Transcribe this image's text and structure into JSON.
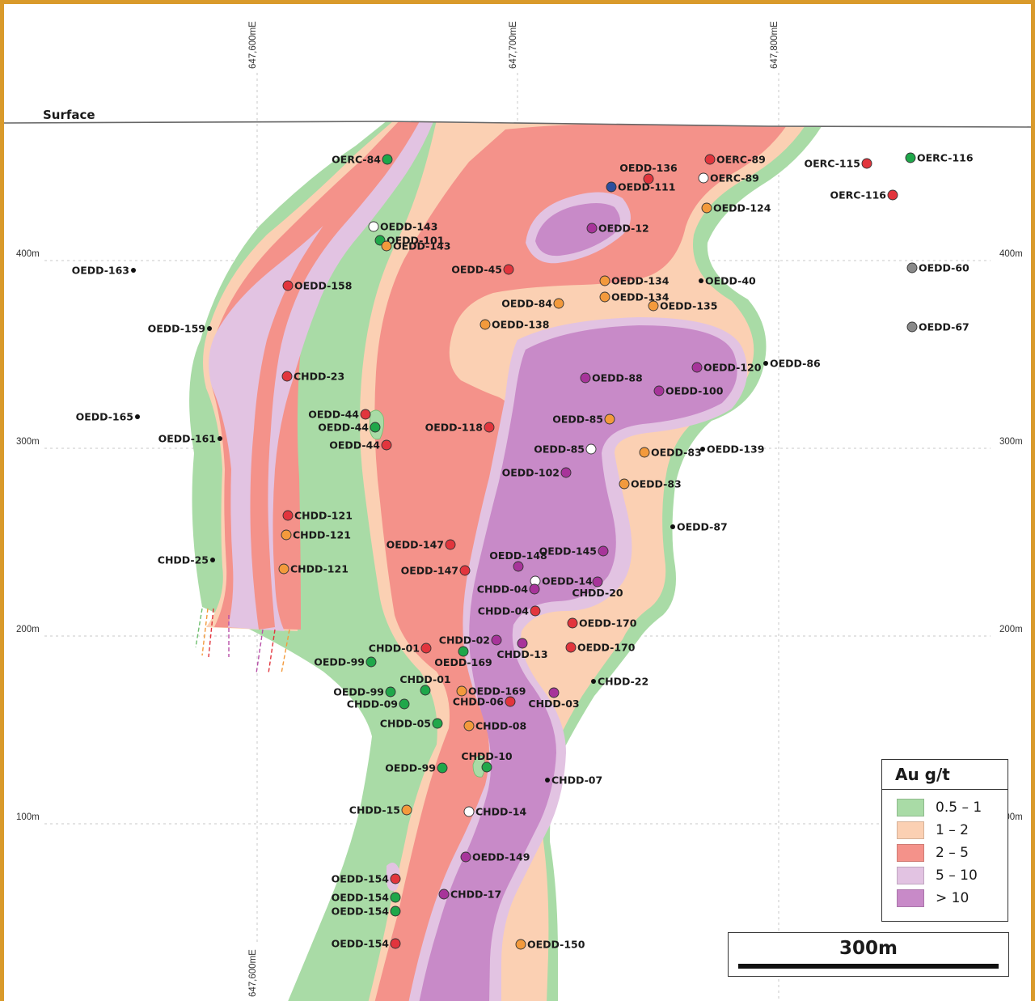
{
  "surface": {
    "label": "Surface"
  },
  "grid": {
    "eastings": [
      "647,600mE",
      "647,700mE",
      "647,800mE"
    ],
    "eastings_bottom": [
      "647,600mE"
    ],
    "elevations": [
      "400m",
      "300m",
      "200m",
      "100m"
    ]
  },
  "legend": {
    "title": "Au g/t",
    "items": [
      {
        "label": "0.5 – 1",
        "color": "#a9dba6"
      },
      {
        "label": "1 – 2",
        "color": "#fbd0b3"
      },
      {
        "label": "2 – 5",
        "color": "#f4928a"
      },
      {
        "label": "5 – 10",
        "color": "#e2c3e2"
      },
      {
        "label": "> 10",
        "color": "#c88ac8"
      }
    ]
  },
  "scale": {
    "label": "300m"
  },
  "colors": {
    "green": "#a9dba6",
    "peach": "#fbd0b3",
    "red": "#f4928a",
    "lilac": "#e2c3e2",
    "purple": "#c88ac8",
    "frame": "#d99a2b",
    "dot_green": "#1fa74a",
    "dot_red": "#e2353d",
    "dot_orange": "#f39a3c",
    "dot_purple": "#a7349a",
    "dot_blue": "#2c4f9e",
    "dot_grey": "#8a8a8a",
    "dot_white": "#ffffff",
    "dot_black": "#111111"
  },
  "holes": [
    {
      "label": "OERC-84",
      "color": "green"
    },
    {
      "label": "OERC-89",
      "color": "red"
    },
    {
      "label": "OEDD-136",
      "color": "red"
    },
    {
      "label": "OERC-89",
      "color": "white"
    },
    {
      "label": "OEDD-111",
      "color": "blue"
    },
    {
      "label": "OERC-115",
      "color": "red"
    },
    {
      "label": "OERC-116",
      "color": "green"
    },
    {
      "label": "OERC-116",
      "color": "red"
    },
    {
      "label": "OEDD-124",
      "color": "orange"
    },
    {
      "label": "OEDD-143",
      "color": "white"
    },
    {
      "label": "OEDD-101",
      "color": "green"
    },
    {
      "label": "OEDD-143",
      "color": "orange"
    },
    {
      "label": "OEDD-12",
      "color": "purple"
    },
    {
      "label": "OEDD-163",
      "color": "black"
    },
    {
      "label": "OEDD-45",
      "color": "red"
    },
    {
      "label": "OEDD-60",
      "color": "grey"
    },
    {
      "label": "OEDD-158",
      "color": "red"
    },
    {
      "label": "OEDD-134",
      "color": "orange"
    },
    {
      "label": "OEDD-40",
      "color": "black"
    },
    {
      "label": "OEDD-84",
      "color": "orange"
    },
    {
      "label": "OEDD-134",
      "color": "orange"
    },
    {
      "label": "OEDD-135",
      "color": "orange"
    },
    {
      "label": "OEDD-159",
      "color": "black"
    },
    {
      "label": "OEDD-138",
      "color": "orange"
    },
    {
      "label": "OEDD-67",
      "color": "grey"
    },
    {
      "label": "OEDD-86",
      "color": "black"
    },
    {
      "label": "OEDD-120",
      "color": "purple"
    },
    {
      "label": "CHDD-23",
      "color": "red"
    },
    {
      "label": "OEDD-88",
      "color": "purple"
    },
    {
      "label": "OEDD-100",
      "color": "purple"
    },
    {
      "label": "OEDD-165",
      "color": "black"
    },
    {
      "label": "OEDD-44",
      "color": "red"
    },
    {
      "label": "OEDD-85",
      "color": "orange"
    },
    {
      "label": "OEDD-44",
      "color": "green"
    },
    {
      "label": "OEDD-118",
      "color": "red"
    },
    {
      "label": "OEDD-161",
      "color": "black"
    },
    {
      "label": "OEDD-44",
      "color": "red"
    },
    {
      "label": "OEDD-85",
      "color": "white"
    },
    {
      "label": "OEDD-83",
      "color": "orange"
    },
    {
      "label": "OEDD-139",
      "color": "black"
    },
    {
      "label": "OEDD-102",
      "color": "purple"
    },
    {
      "label": "OEDD-83",
      "color": "orange"
    },
    {
      "label": "CHDD-121",
      "color": "red"
    },
    {
      "label": "OEDD-87",
      "color": "black"
    },
    {
      "label": "CHDD-121",
      "color": "orange"
    },
    {
      "label": "OEDD-147",
      "color": "red"
    },
    {
      "label": "OEDD-145",
      "color": "purple"
    },
    {
      "label": "CHDD-25",
      "color": "black"
    },
    {
      "label": "OEDD-148",
      "color": "purple"
    },
    {
      "label": "CHDD-121",
      "color": "orange"
    },
    {
      "label": "OEDD-147",
      "color": "red"
    },
    {
      "label": "OEDD-146",
      "color": "white"
    },
    {
      "label": "CHDD-04",
      "color": "purple"
    },
    {
      "label": "CHDD-20",
      "color": "purple"
    },
    {
      "label": "CHDD-04",
      "color": "red"
    },
    {
      "label": "OEDD-170",
      "color": "red"
    },
    {
      "label": "CHDD-02",
      "color": "purple"
    },
    {
      "label": "CHDD-01",
      "color": "red"
    },
    {
      "label": "OEDD-170",
      "color": "red"
    },
    {
      "label": "CHDD-13",
      "color": "purple"
    },
    {
      "label": "OEDD-169",
      "color": "green"
    },
    {
      "label": "OEDD-99",
      "color": "green"
    },
    {
      "label": "CHDD-22",
      "color": "black"
    },
    {
      "label": "CHDD-01",
      "color": "green"
    },
    {
      "label": "OEDD-169",
      "color": "orange"
    },
    {
      "label": "OEDD-99",
      "color": "green"
    },
    {
      "label": "CHDD-06",
      "color": "red"
    },
    {
      "label": "CHDD-03",
      "color": "purple"
    },
    {
      "label": "CHDD-09",
      "color": "green"
    },
    {
      "label": "CHDD-05",
      "color": "green"
    },
    {
      "label": "CHDD-08",
      "color": "orange"
    },
    {
      "label": "CHDD-10",
      "color": "green"
    },
    {
      "label": "OEDD-99",
      "color": "green"
    },
    {
      "label": "CHDD-07",
      "color": "black"
    },
    {
      "label": "CHDD-15",
      "color": "orange"
    },
    {
      "label": "CHDD-14",
      "color": "white"
    },
    {
      "label": "OEDD-149",
      "color": "purple"
    },
    {
      "label": "OEDD-154",
      "color": "red"
    },
    {
      "label": "OEDD-154",
      "color": "green"
    },
    {
      "label": "CHDD-17",
      "color": "purple"
    },
    {
      "label": "OEDD-154",
      "color": "green"
    },
    {
      "label": "OEDD-154",
      "color": "red"
    },
    {
      "label": "OEDD-150",
      "color": "orange"
    }
  ]
}
